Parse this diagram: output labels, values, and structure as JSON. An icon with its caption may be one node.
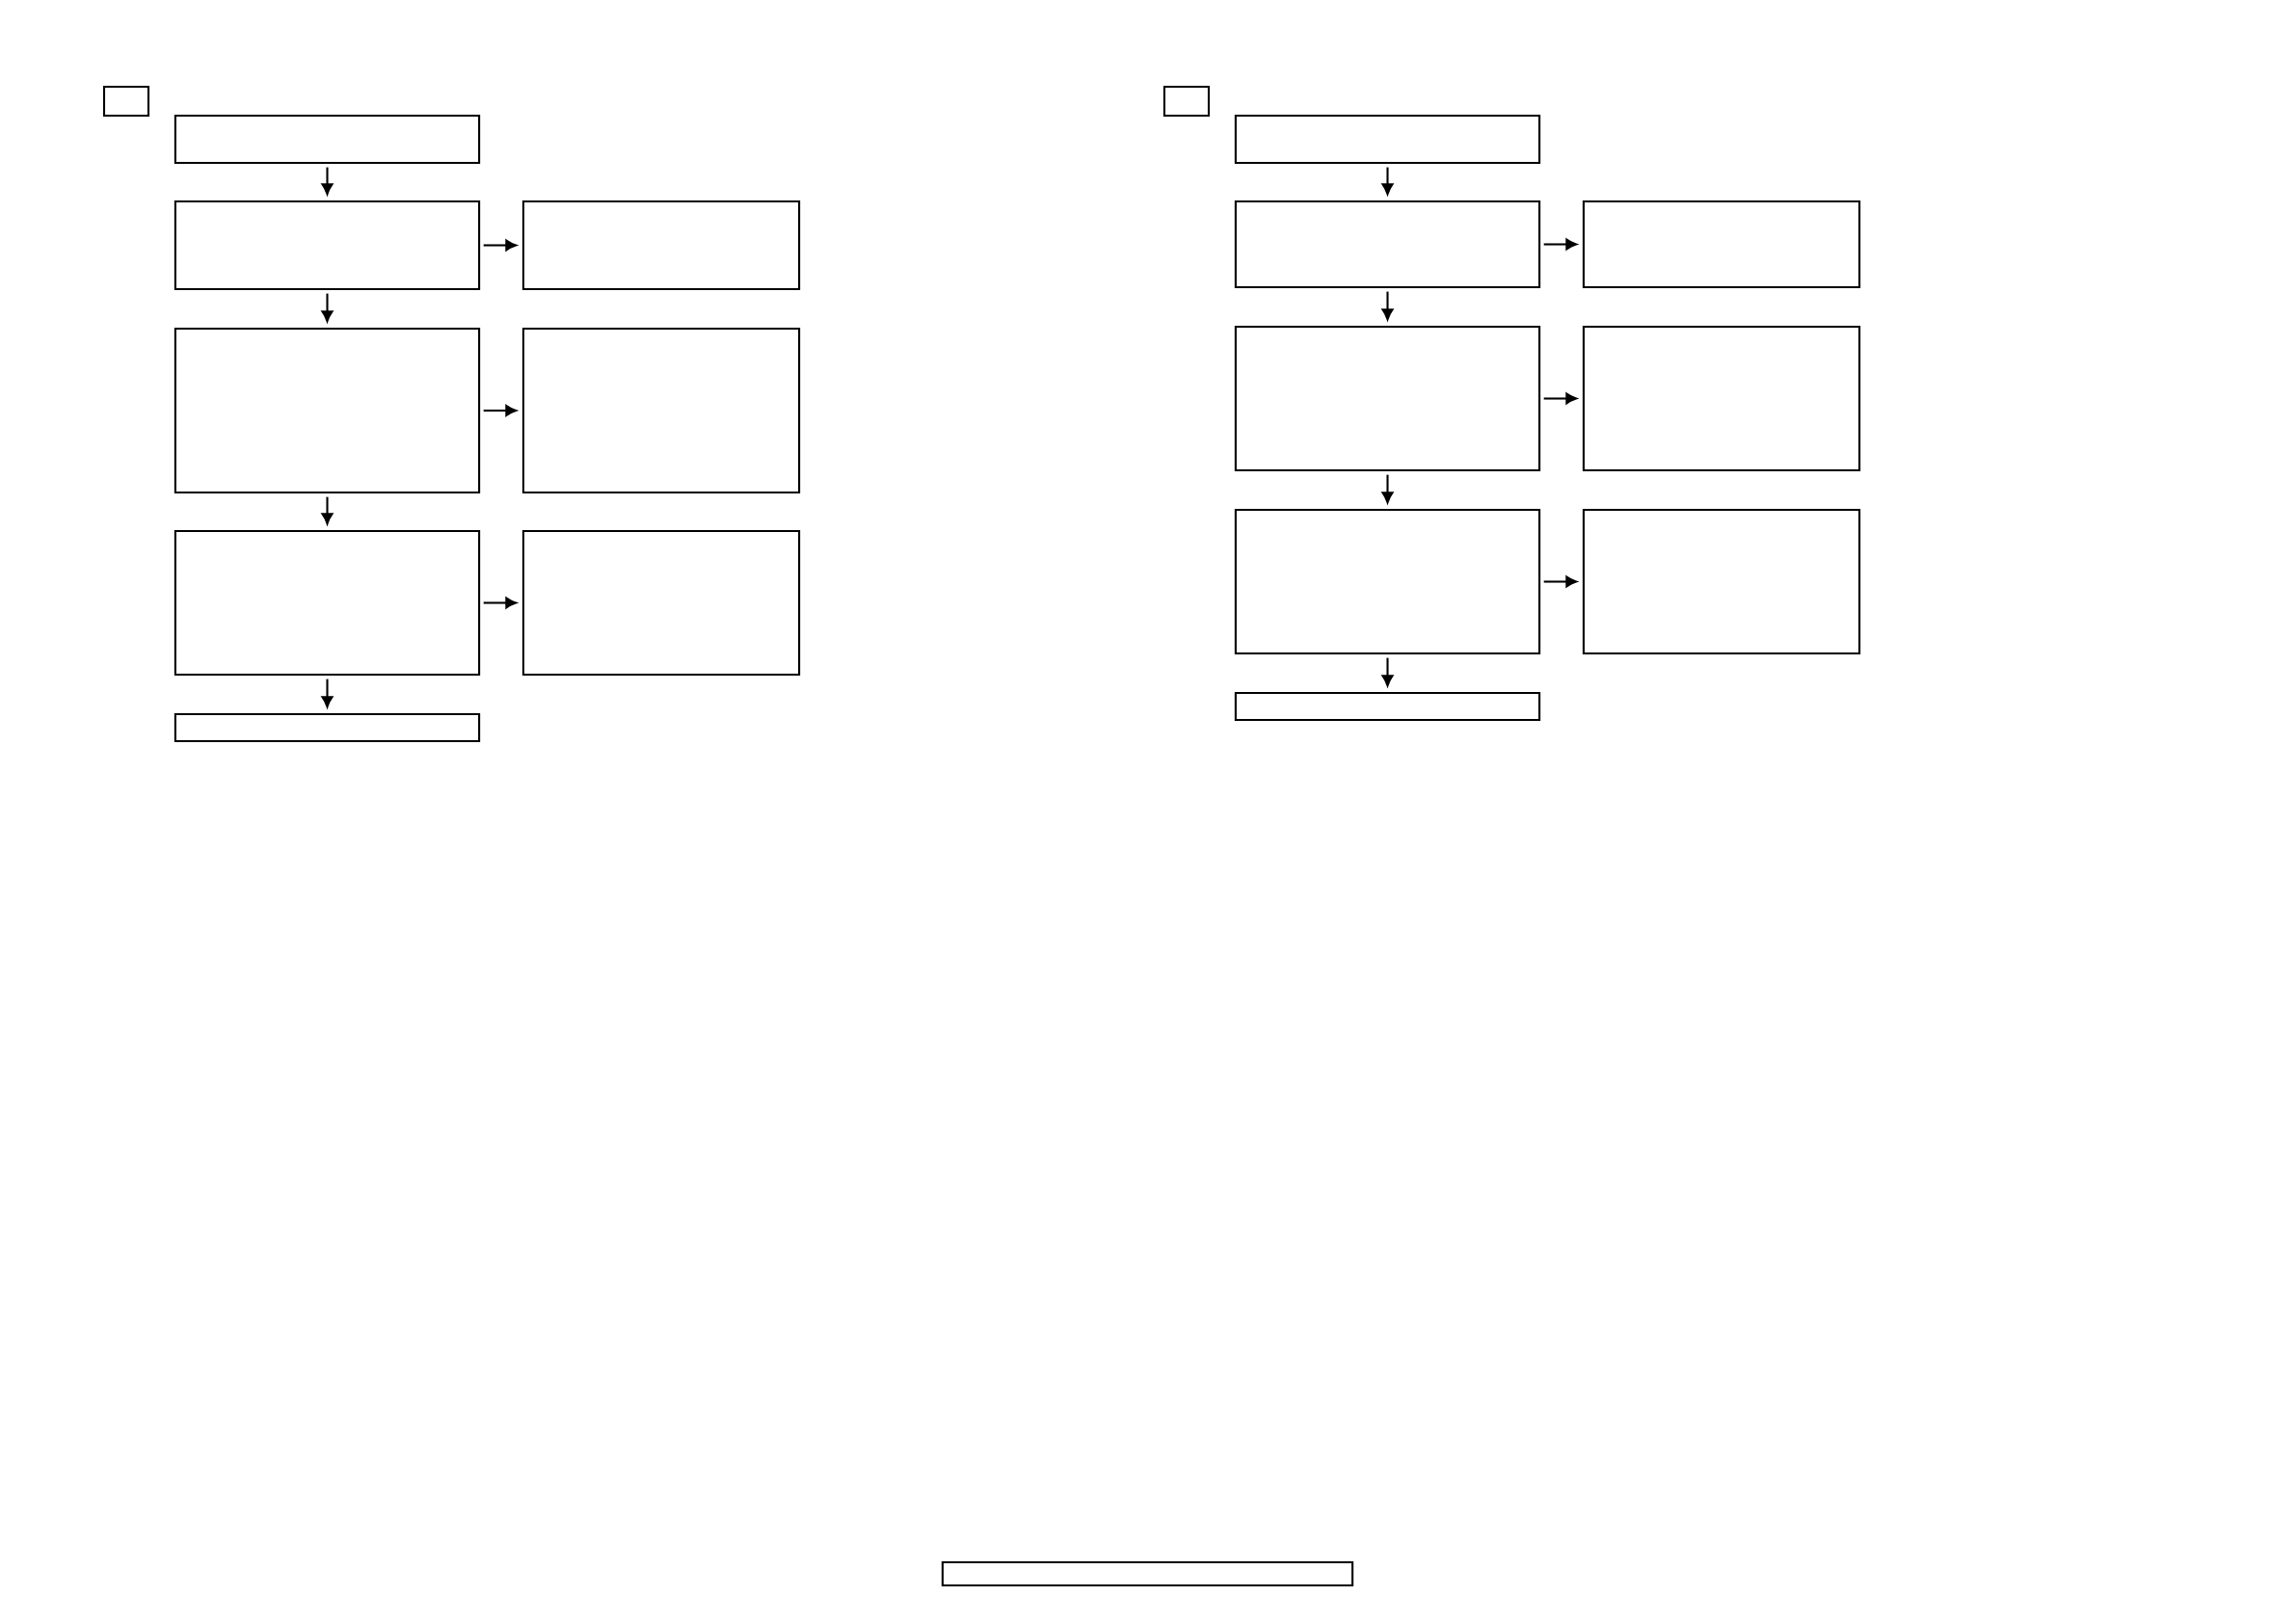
{
  "diagram": {
    "nodes": [
      {
        "text": [],
        "shape": "box"
      },
      {
        "text": [],
        "shape": "box"
      },
      {
        "text": [],
        "shape": "box"
      },
      {
        "text": [],
        "shape": "box"
      },
      {
        "text": [],
        "shape": "box"
      },
      {
        "text": [],
        "shape": "box"
      },
      {
        "text": [],
        "shape": "box"
      },
      {
        "text": [],
        "shape": "box"
      },
      {
        "text": [],
        "shape": "box"
      },
      {
        "text": [],
        "shape": "box"
      },
      {
        "text": [],
        "shape": "box"
      },
      {
        "text": [],
        "shape": "box"
      },
      {
        "text": [],
        "shape": "box"
      },
      {
        "text": [],
        "shape": "box"
      },
      {
        "text": [],
        "shape": "box"
      },
      {
        "text": [],
        "shape": "box"
      },
      {
        "text": [],
        "shape": "box"
      },
      {
        "text": [],
        "shape": "box"
      },
      {
        "text": [],
        "shape": "box"
      }
    ],
    "edges": [
      {
        "from": 1,
        "to": 2,
        "arrow": "to"
      },
      {
        "from": 2,
        "to": 3,
        "arrow": "to"
      },
      {
        "from": 2,
        "to": 4,
        "arrow": "to"
      },
      {
        "from": 4,
        "to": 5,
        "arrow": "to"
      },
      {
        "from": 4,
        "to": 6,
        "arrow": "to"
      },
      {
        "from": 6,
        "to": 7,
        "arrow": "to"
      },
      {
        "from": 6,
        "to": 8,
        "arrow": "to"
      },
      {
        "from": 10,
        "to": 11,
        "arrow": "to"
      },
      {
        "from": 11,
        "to": 12,
        "arrow": "to"
      },
      {
        "from": 11,
        "to": 13,
        "arrow": "to"
      },
      {
        "from": 13,
        "to": 14,
        "arrow": "to"
      },
      {
        "from": 13,
        "to": 15,
        "arrow": "to"
      },
      {
        "from": 15,
        "to": 16,
        "arrow": "to"
      },
      {
        "from": 15,
        "to": 17,
        "arrow": "to"
      }
    ]
  }
}
